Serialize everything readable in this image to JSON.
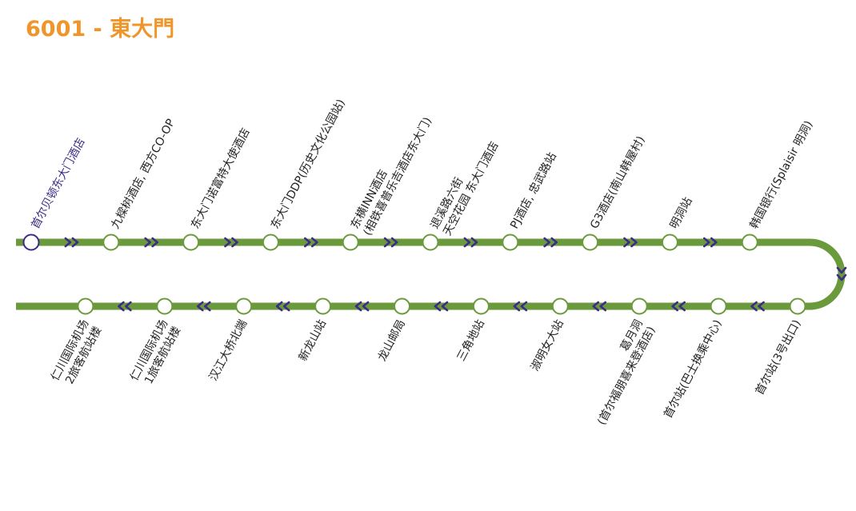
{
  "route": {
    "title": "6001 - 東大門",
    "title_color": "#f0952a",
    "line_color": "#6a9a3c",
    "arrow_color": "#3d2b86",
    "current_stop_color": "#3d2b86"
  },
  "outbound_stops": [
    {
      "lines": [
        "首尔贝顿东大门酒店"
      ],
      "current": true
    },
    {
      "lines": [
        "九樑树酒店, 西方CO-OP"
      ]
    },
    {
      "lines": [
        "东大门诺富特大使酒店"
      ]
    },
    {
      "lines": [
        "东大门DDP(历史文化公园站)"
      ]
    },
    {
      "lines": [
        "东横INN酒店",
        "(相铁喜普乐吉酒店东大门)"
      ]
    },
    {
      "lines": [
        "退溪路六街",
        "天空花园 东大门酒店"
      ]
    },
    {
      "lines": [
        "PJ酒店, 忠武路站"
      ]
    },
    {
      "lines": [
        "G3酒店(南山韩屋村)"
      ]
    },
    {
      "lines": [
        "明洞站"
      ]
    },
    {
      "lines": [
        "韩国银行(Splaisir 明洞)"
      ]
    }
  ],
  "inbound_stops": [
    {
      "lines": [
        "首尔站(3号出口)"
      ]
    },
    {
      "lines": [
        "首尔站(巴士换乘中心)"
      ]
    },
    {
      "lines": [
        "葛月洞",
        "(首尔福朋喜来登酒店)"
      ]
    },
    {
      "lines": [
        "淑明女大站"
      ]
    },
    {
      "lines": [
        "三角地站"
      ]
    },
    {
      "lines": [
        "龙山邮局"
      ]
    },
    {
      "lines": [
        "新龙山站"
      ]
    },
    {
      "lines": [
        "汉江大桥北端"
      ]
    },
    {
      "lines": [
        "仁川国际机场",
        "1旅客航站楼"
      ]
    },
    {
      "lines": [
        "仁川国际机场",
        "2旅客航站楼"
      ]
    }
  ]
}
